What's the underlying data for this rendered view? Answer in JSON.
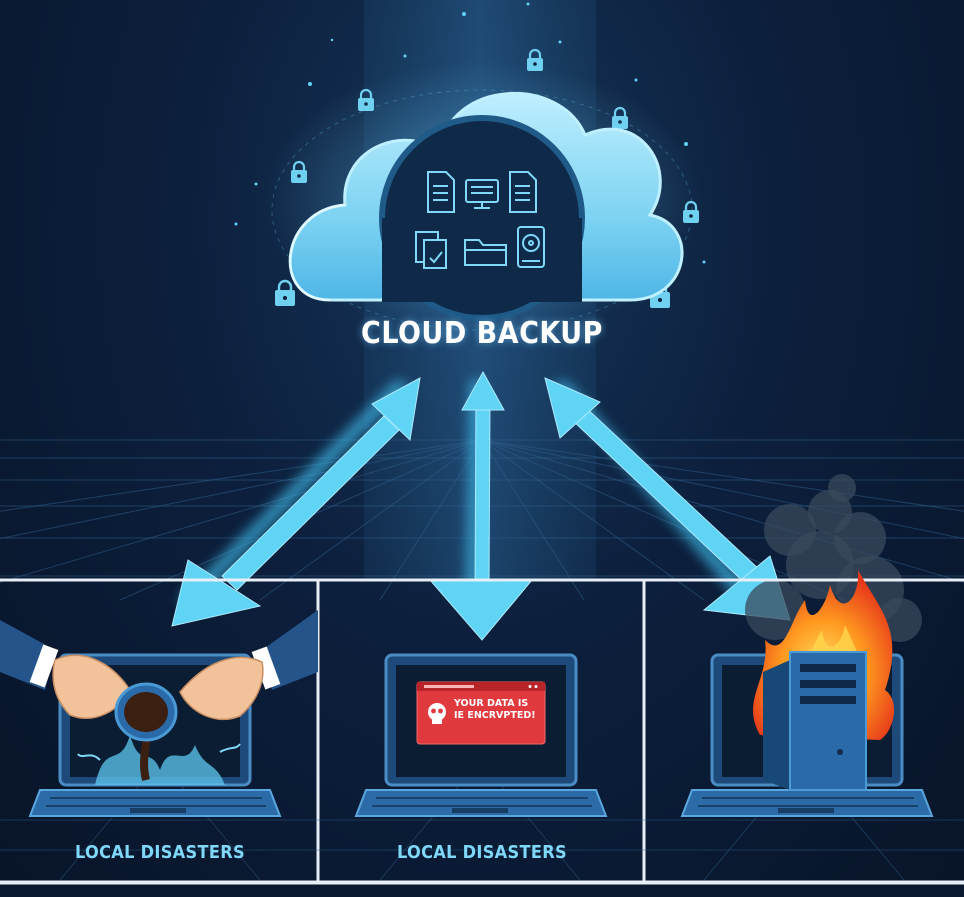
{
  "title": "CLOUD BACKUP",
  "panels": [
    {
      "label": "LOCAL DISASTERS"
    },
    {
      "label": "LOCAL DISASTERS"
    },
    {
      "label": ""
    }
  ],
  "ransom": {
    "line1": "YOUR DATA IS",
    "line2": "IE ENCRVPTED!"
  },
  "colors": {
    "arrow": "#5fd4f5",
    "cloud": "#7dd3f2",
    "panel_border": "#e8eef5",
    "ransom": "#e03a3e"
  },
  "icons": [
    "lock-icon",
    "document-icon",
    "monitor-icon",
    "folder-icon",
    "hard-drive-icon",
    "skull-icon",
    "fire-icon",
    "server-icon",
    "coffee-cup-icon"
  ]
}
